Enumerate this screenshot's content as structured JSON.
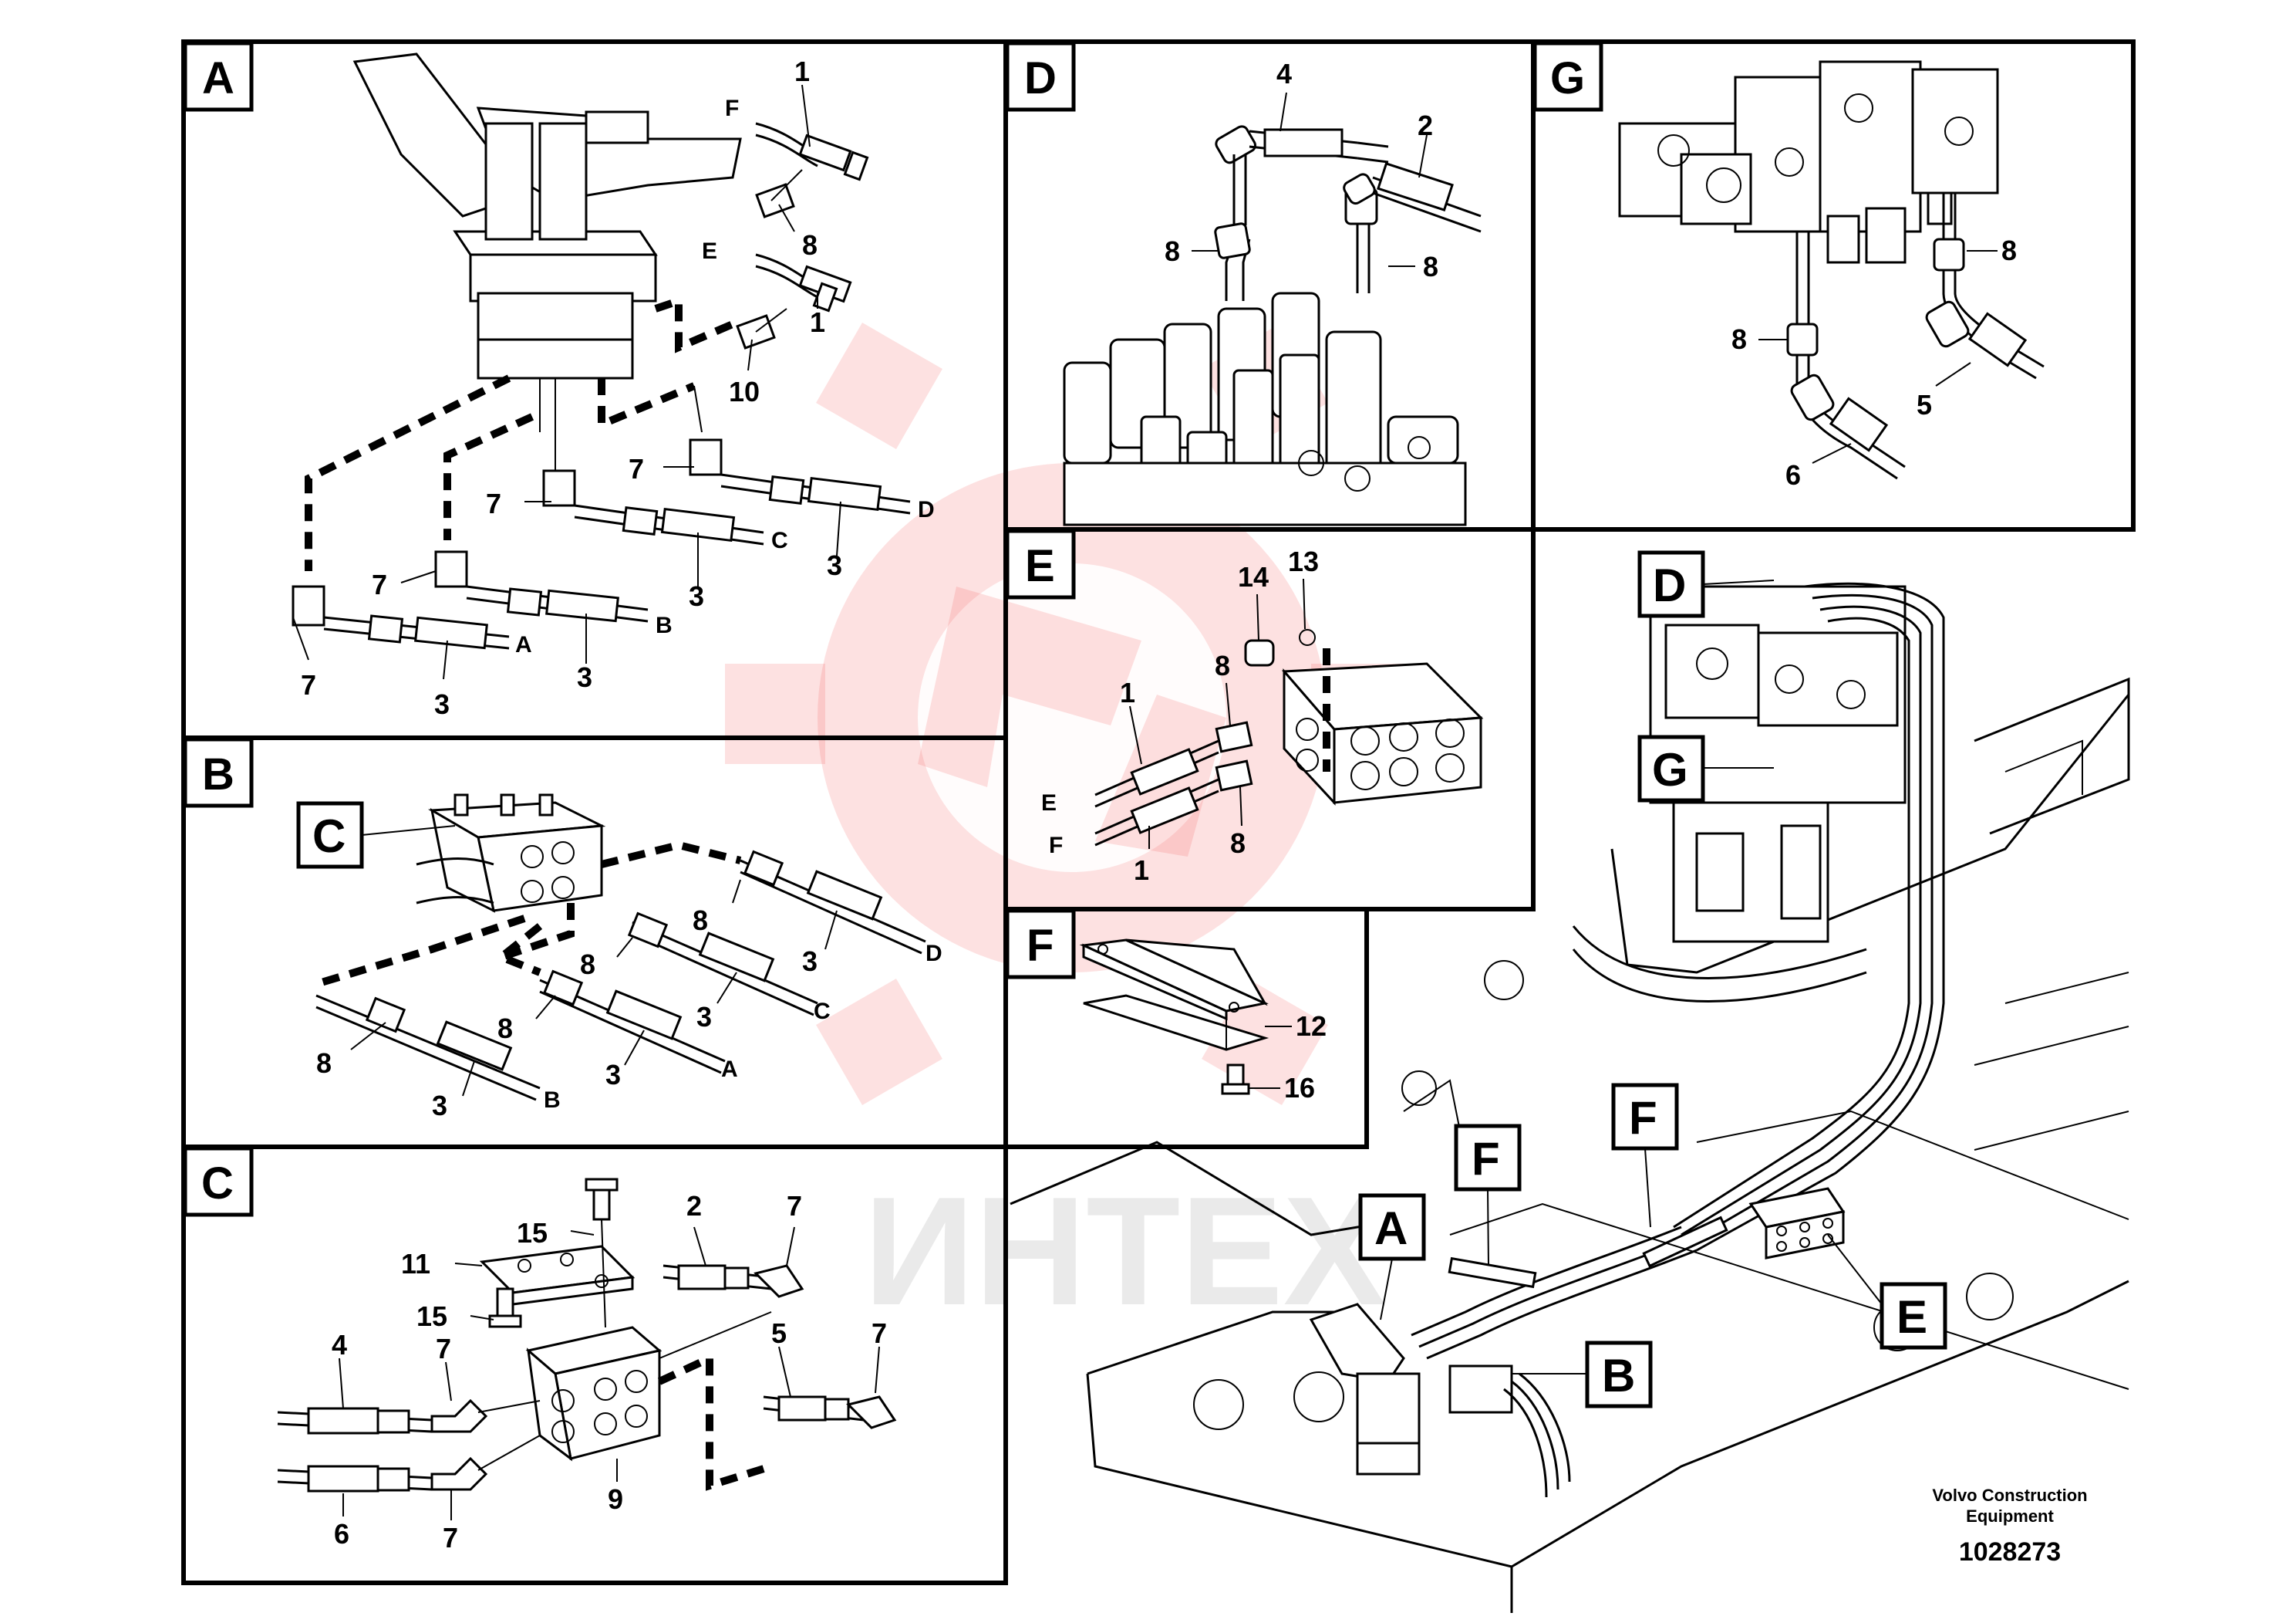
{
  "panels": {
    "A": {
      "label": "A",
      "numbers": [
        "1",
        "8",
        "1",
        "10",
        "7",
        "7",
        "7",
        "7",
        "3",
        "3",
        "3",
        "3"
      ],
      "letters": [
        "F",
        "E",
        "D",
        "C",
        "B",
        "A"
      ]
    },
    "B": {
      "label": "B",
      "callout": "C",
      "numbers": [
        "8",
        "3",
        "8",
        "3",
        "8",
        "3",
        "8",
        "3"
      ],
      "letters": [
        "D",
        "C",
        "A",
        "B"
      ]
    },
    "C": {
      "label": "C",
      "numbers": [
        "15",
        "11",
        "15",
        "2",
        "7",
        "4",
        "7",
        "5",
        "7",
        "6",
        "7",
        "9"
      ]
    },
    "D": {
      "label": "D",
      "numbers": [
        "4",
        "2",
        "8",
        "8"
      ]
    },
    "E": {
      "label": "E",
      "numbers": [
        "14",
        "13",
        "8",
        "1",
        "8",
        "1"
      ],
      "letters": [
        "E",
        "F"
      ]
    },
    "F": {
      "label": "F",
      "numbers": [
        "12",
        "16"
      ]
    },
    "G": {
      "label": "G",
      "numbers": [
        "8",
        "8",
        "5",
        "6"
      ]
    }
  },
  "overview": {
    "callouts": [
      "D",
      "G",
      "F",
      "F",
      "A",
      "B",
      "E"
    ]
  },
  "footer": {
    "company_line1": "Volvo Construction",
    "company_line2": "Equipment",
    "drawing_number": "1028273"
  },
  "watermark": {
    "text": "ИНТЕХ"
  }
}
